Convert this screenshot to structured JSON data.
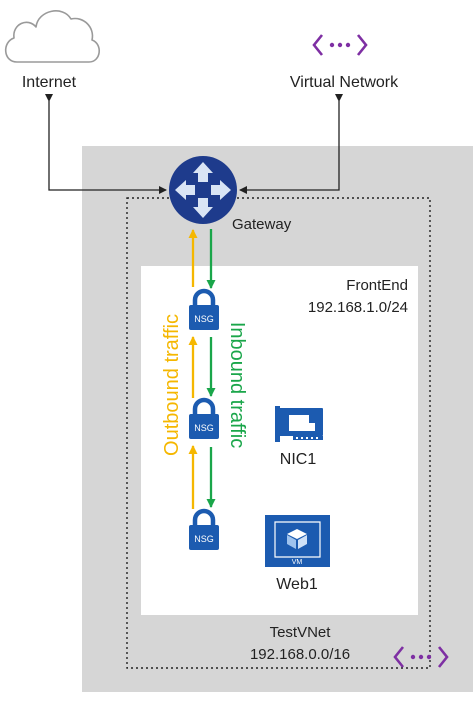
{
  "labels": {
    "internet": "Internet",
    "virtual_network": "Virtual Network",
    "gateway": "Gateway",
    "frontend_name": "FrontEnd",
    "frontend_cidr": "192.168.1.0/24",
    "outbound": "Outbound traffic",
    "inbound": "Inbound traffic",
    "nic": "NIC1",
    "vm": "Web1",
    "vnet_name": "TestVNet",
    "vnet_cidr": "192.168.0.0/16"
  },
  "badges": {
    "nsg_1": "NSG",
    "nsg_2": "NSG",
    "nsg_3": "NSG",
    "vm": "VM"
  },
  "colors": {
    "outbound": "#f5b700",
    "inbound": "#1aa64a",
    "azure_blue": "#1c5bb0",
    "gateway_navy": "#1e3b8c",
    "vnet_purple": "#7e2fa3",
    "vnet_region": "#d6d6d6",
    "subnet_fill": "#ffffff",
    "line": "#222222"
  },
  "icons": {
    "cloud": "cloud-icon",
    "vnet": "virtual-network-icon",
    "gateway": "gateway-router-icon",
    "nsg": "nsg-lock-icon",
    "nic": "network-card-icon",
    "vm": "virtual-machine-icon"
  }
}
